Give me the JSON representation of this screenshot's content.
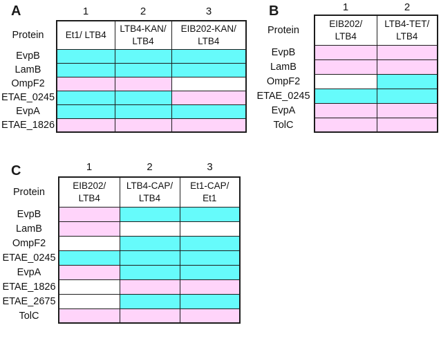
{
  "figure": {
    "colors": {
      "cyan": "#66fbfb",
      "pink": "#ffd4fa",
      "white": "#ffffff"
    },
    "panels": [
      {
        "id": "A",
        "label": "A",
        "protein_header": "Protein",
        "column_numbers": [
          "1",
          "2",
          "3"
        ],
        "columns": [
          "Et1/ LTB4",
          "LTB4-KAN/\nLTB4",
          "EIB202-KAN/\nLTB4"
        ],
        "rows": [
          {
            "protein": "EvpB",
            "cells": [
              "cyan",
              "cyan",
              "cyan"
            ]
          },
          {
            "protein": "LamB",
            "cells": [
              "cyan",
              "cyan",
              "cyan"
            ]
          },
          {
            "protein": "OmpF2",
            "cells": [
              "pink",
              "pink",
              "white"
            ]
          },
          {
            "protein": "ETAE_0245",
            "cells": [
              "cyan",
              "cyan",
              "pink"
            ]
          },
          {
            "protein": "EvpA",
            "cells": [
              "cyan",
              "cyan",
              "cyan"
            ]
          },
          {
            "protein": "ETAE_1826",
            "cells": [
              "pink",
              "pink",
              "pink"
            ]
          }
        ]
      },
      {
        "id": "B",
        "label": "B",
        "protein_header": "Protein",
        "column_numbers": [
          "1",
          "2"
        ],
        "columns": [
          "EIB202/\nLTB4",
          "LTB4-TET/\nLTB4"
        ],
        "rows": [
          {
            "protein": "EvpB",
            "cells": [
              "pink",
              "pink"
            ]
          },
          {
            "protein": "LamB",
            "cells": [
              "pink",
              "pink"
            ]
          },
          {
            "protein": "OmpF2",
            "cells": [
              "white",
              "cyan"
            ]
          },
          {
            "protein": "ETAE_0245",
            "cells": [
              "cyan",
              "cyan"
            ]
          },
          {
            "protein": "EvpA",
            "cells": [
              "pink",
              "pink"
            ]
          },
          {
            "protein": "TolC",
            "cells": [
              "pink",
              "pink"
            ]
          }
        ]
      },
      {
        "id": "C",
        "label": "C",
        "protein_header": "Protein",
        "column_numbers": [
          "1",
          "2",
          "3"
        ],
        "columns": [
          "EIB202/\nLTB4",
          "LTB4-CAP/\nLTB4",
          "Et1-CAP/\nEt1"
        ],
        "rows": [
          {
            "protein": "EvpB",
            "cells": [
              "pink",
              "cyan",
              "cyan"
            ]
          },
          {
            "protein": "LamB",
            "cells": [
              "pink",
              "white",
              "white"
            ]
          },
          {
            "protein": "OmpF2",
            "cells": [
              "white",
              "cyan",
              "cyan"
            ]
          },
          {
            "protein": "ETAE_0245",
            "cells": [
              "cyan",
              "cyan",
              "cyan"
            ]
          },
          {
            "protein": "EvpA",
            "cells": [
              "pink",
              "cyan",
              "cyan"
            ]
          },
          {
            "protein": "ETAE_1826",
            "cells": [
              "white",
              "pink",
              "pink"
            ]
          },
          {
            "protein": "ETAE_2675",
            "cells": [
              "white",
              "cyan",
              "cyan"
            ]
          },
          {
            "protein": "TolC",
            "cells": [
              "pink",
              "pink",
              "pink"
            ]
          }
        ]
      }
    ]
  }
}
